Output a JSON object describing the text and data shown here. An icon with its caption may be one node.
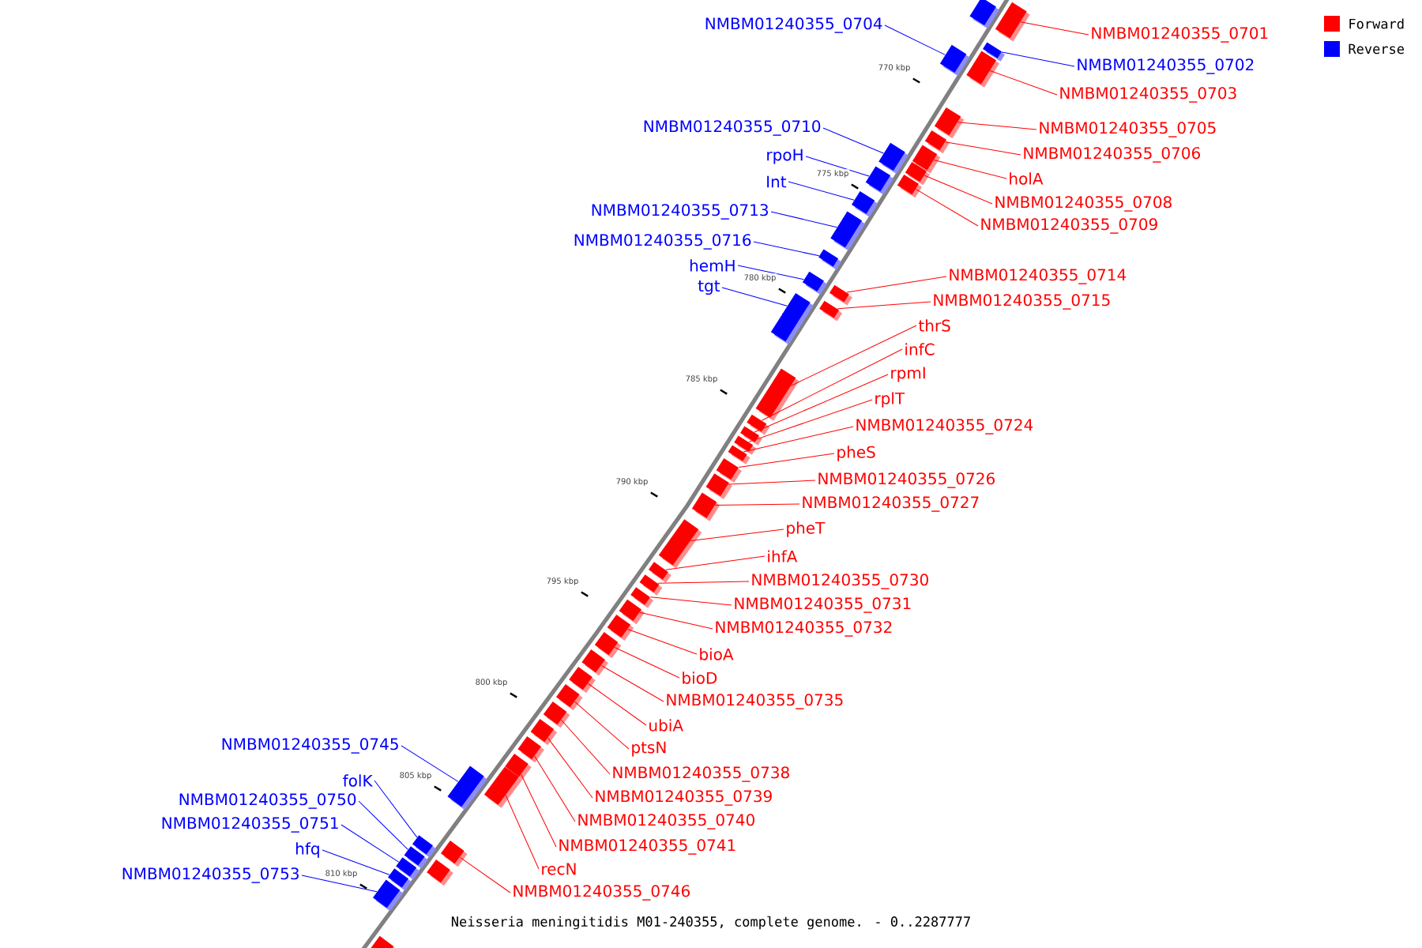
{
  "diagram": {
    "caption": "Neisseria meningitidis M01-240355, complete genome. - 0..2287777",
    "nodes": [
      {
        "text": [
          "NMBM01240355_0704"
        ]
      },
      {
        "text": [
          "NMBM01240355_0701"
        ]
      },
      {
        "text": [
          "NMBM01240355_0702"
        ]
      },
      {
        "text": [
          "NMBM01240355_0703"
        ]
      },
      {
        "text": [
          "NMBM01240355_0710"
        ]
      },
      {
        "text": [
          "NMBM01240355_0705"
        ]
      },
      {
        "text": [
          "NMBM01240355_0706"
        ]
      },
      {
        "text": [
          "rpoH"
        ]
      },
      {
        "text": [
          "holA"
        ]
      },
      {
        "text": [
          "Int"
        ]
      },
      {
        "text": [
          "NMBM01240355_0708"
        ]
      },
      {
        "text": [
          "NMBM01240355_0713"
        ]
      },
      {
        "text": [
          "NMBM01240355_0709"
        ]
      },
      {
        "text": [
          "NMBM01240355_0716"
        ]
      },
      {
        "text": [
          "hemH"
        ]
      },
      {
        "text": [
          "NMBM01240355_0714"
        ]
      },
      {
        "text": [
          "tgt"
        ]
      },
      {
        "text": [
          "NMBM01240355_0715"
        ]
      },
      {
        "text": [
          "thrS"
        ]
      },
      {
        "text": [
          "infC"
        ]
      },
      {
        "text": [
          "rpmI"
        ]
      },
      {
        "text": [
          "rplT"
        ]
      },
      {
        "text": [
          "NMBM01240355_0724"
        ]
      },
      {
        "text": [
          "pheS"
        ]
      },
      {
        "text": [
          "NMBM01240355_0726"
        ]
      },
      {
        "text": [
          "NMBM01240355_0727"
        ]
      },
      {
        "text": [
          "pheT"
        ]
      },
      {
        "text": [
          "ihfA"
        ]
      },
      {
        "text": [
          "NMBM01240355_0730"
        ]
      },
      {
        "text": [
          "NMBM01240355_0731"
        ]
      },
      {
        "text": [
          "NMBM01240355_0732"
        ]
      },
      {
        "text": [
          "bioA"
        ]
      },
      {
        "text": [
          "bioD"
        ]
      },
      {
        "text": [
          "NMBM01240355_0735"
        ]
      },
      {
        "text": [
          "ubiA"
        ]
      },
      {
        "text": [
          "NMBM01240355_0745"
        ]
      },
      {
        "text": [
          "ptsN"
        ]
      },
      {
        "text": [
          "NMBM01240355_0738"
        ]
      },
      {
        "text": [
          "folK"
        ]
      },
      {
        "text": [
          "NMBM01240355_0739"
        ]
      },
      {
        "text": [
          "NMBM01240355_0750"
        ]
      },
      {
        "text": [
          "NMBM01240355_0740"
        ]
      },
      {
        "text": [
          "NMBM01240355_0751"
        ]
      },
      {
        "text": [
          "NMBM01240355_0741"
        ]
      },
      {
        "text": [
          "hfq"
        ]
      },
      {
        "text": [
          "recN"
        ]
      },
      {
        "text": [
          "NMBM01240355_0753"
        ]
      },
      {
        "text": [
          "NMBM01240355_0746"
        ]
      },
      {
        "text": [],
        "shape": "box"
      },
      {
        "text": [],
        "shape": "box"
      },
      {
        "text": [],
        "shape": "box"
      },
      {
        "text": [],
        "shape": "box"
      },
      {
        "text": [],
        "shape": "box"
      },
      {
        "text": [],
        "shape": "box"
      },
      {
        "text": [],
        "shape": "box"
      },
      {
        "text": [],
        "shape": "box"
      },
      {
        "text": [],
        "shape": "box"
      },
      {
        "text": [],
        "shape": "box"
      },
      {
        "text": [],
        "shape": "box"
      },
      {
        "text": [],
        "shape": "box"
      },
      {
        "text": [],
        "shape": "box"
      },
      {
        "text": [],
        "shape": "box"
      },
      {
        "text": [],
        "shape": "box"
      },
      {
        "text": [],
        "shape": "box"
      },
      {
        "text": [],
        "shape": "box"
      },
      {
        "text": [],
        "shape": "box"
      },
      {
        "text": [],
        "shape": "box"
      },
      {
        "text": [],
        "shape": "box"
      },
      {
        "text": [],
        "shape": "box"
      },
      {
        "text": [],
        "shape": "box"
      },
      {
        "text": [],
        "shape": "box"
      },
      {
        "text": [],
        "shape": "box"
      },
      {
        "text": [],
        "shape": "box"
      },
      {
        "text": [],
        "shape": "box"
      },
      {
        "text": [],
        "shape": "box"
      },
      {
        "text": [],
        "shape": "box"
      },
      {
        "text": [],
        "shape": "box"
      },
      {
        "text": [],
        "shape": "box"
      },
      {
        "text": [],
        "shape": "box"
      },
      {
        "text": [],
        "shape": "box"
      },
      {
        "text": [],
        "shape": "box"
      },
      {
        "text": [],
        "shape": "box"
      },
      {
        "text": [],
        "shape": "box"
      },
      {
        "text": [],
        "shape": "box"
      },
      {
        "text": [],
        "shape": "box"
      },
      {
        "text": [],
        "shape": "box"
      },
      {
        "text": [],
        "shape": "box"
      },
      {
        "text": [],
        "shape": "box"
      },
      {
        "text": [],
        "shape": "box"
      },
      {
        "text": [],
        "shape": "box"
      },
      {
        "text": [],
        "shape": "box"
      },
      {
        "text": [],
        "shape": "box"
      },
      {
        "text": [],
        "shape": "box"
      },
      {
        "text": [],
        "shape": "box"
      },
      {
        "text": [],
        "shape": "box"
      },
      {
        "text": [],
        "shape": "box"
      },
      {
        "text": [],
        "shape": "box"
      },
      {
        "text": [],
        "shape": "box"
      },
      {
        "text": [],
        "shape": "box"
      },
      {
        "text": [],
        "shape": "box"
      }
    ],
    "edges": [
      {
        "from": 0,
        "to": 48,
        "arrow": "none",
        "color": "#0000ff"
      },
      {
        "from": 1,
        "to": 49,
        "arrow": "none"
      },
      {
        "from": 2,
        "to": 50,
        "arrow": "none",
        "color": "#0000ff"
      },
      {
        "from": 3,
        "to": 51,
        "arrow": "none"
      },
      {
        "from": 4,
        "to": 52,
        "arrow": "none",
        "color": "#0000ff"
      },
      {
        "from": 5,
        "to": 53,
        "arrow": "none"
      },
      {
        "from": 6,
        "to": 54,
        "arrow": "none"
      },
      {
        "from": 7,
        "to": 55,
        "arrow": "none",
        "color": "#0000ff"
      },
      {
        "from": 8,
        "to": 56,
        "arrow": "none"
      },
      {
        "from": 9,
        "to": 57,
        "arrow": "none",
        "color": "#0000ff"
      },
      {
        "from": 10,
        "to": 58,
        "arrow": "none"
      },
      {
        "from": 11,
        "to": 59,
        "arrow": "none",
        "color": "#0000ff"
      },
      {
        "from": 12,
        "to": 60,
        "arrow": "none"
      },
      {
        "from": 13,
        "to": 61,
        "arrow": "none",
        "color": "#0000ff"
      },
      {
        "from": 14,
        "to": 62,
        "arrow": "none",
        "color": "#0000ff"
      },
      {
        "from": 15,
        "to": 63,
        "arrow": "none"
      },
      {
        "from": 16,
        "to": 64,
        "arrow": "none",
        "color": "#0000ff"
      },
      {
        "from": 17,
        "to": 65,
        "arrow": "none"
      },
      {
        "from": 18,
        "to": 66,
        "arrow": "none"
      },
      {
        "from": 19,
        "to": 67,
        "arrow": "none"
      },
      {
        "from": 20,
        "to": 68,
        "arrow": "none"
      },
      {
        "from": 21,
        "to": 69,
        "arrow": "none"
      },
      {
        "from": 22,
        "to": 70,
        "arrow": "none"
      },
      {
        "from": 23,
        "to": 71,
        "arrow": "none"
      },
      {
        "from": 24,
        "to": 72,
        "arrow": "none"
      },
      {
        "from": 25,
        "to": 73,
        "arrow": "none"
      },
      {
        "from": 26,
        "to": 74,
        "arrow": "none"
      },
      {
        "from": 27,
        "to": 75,
        "arrow": "none"
      },
      {
        "from": 28,
        "to": 76,
        "arrow": "none"
      },
      {
        "from": 29,
        "to": 77,
        "arrow": "none"
      },
      {
        "from": 30,
        "to": 78,
        "arrow": "none"
      },
      {
        "from": 31,
        "to": 79,
        "arrow": "none"
      },
      {
        "from": 32,
        "to": 80,
        "arrow": "none"
      },
      {
        "from": 33,
        "to": 81,
        "arrow": "none"
      },
      {
        "from": 34,
        "to": 82,
        "arrow": "none"
      },
      {
        "from": 35,
        "to": 83,
        "arrow": "none",
        "color": "#0000ff"
      },
      {
        "from": 36,
        "to": 84,
        "arrow": "none"
      },
      {
        "from": 37,
        "to": 85,
        "arrow": "none"
      },
      {
        "from": 38,
        "to": 86,
        "arrow": "none",
        "color": "#0000ff"
      },
      {
        "from": 39,
        "to": 87,
        "arrow": "none"
      },
      {
        "from": 40,
        "to": 88,
        "arrow": "none",
        "color": "#0000ff"
      },
      {
        "from": 41,
        "to": 89,
        "arrow": "none"
      },
      {
        "from": 42,
        "to": 90,
        "arrow": "none",
        "color": "#0000ff"
      },
      {
        "from": 43,
        "to": 91,
        "arrow": "none"
      },
      {
        "from": 44,
        "to": 92,
        "arrow": "none",
        "color": "#0000ff"
      },
      {
        "from": 45,
        "to": 93,
        "arrow": "none"
      },
      {
        "from": 46,
        "to": 94,
        "arrow": "none",
        "color": "#0000ff"
      },
      {
        "from": 47,
        "to": 95,
        "arrow": "none"
      }
    ],
    "labels": [
      "770 kbp",
      "775 kbp",
      "780 kbp",
      "785 kbp",
      "790 kbp",
      "795 kbp",
      "800 kbp",
      "805 kbp",
      "810 kbp"
    ],
    "legend": [
      {
        "text": "Forward",
        "color": "#ff0000"
      },
      {
        "text": "Reverse",
        "color": "#0000ff"
      }
    ]
  }
}
